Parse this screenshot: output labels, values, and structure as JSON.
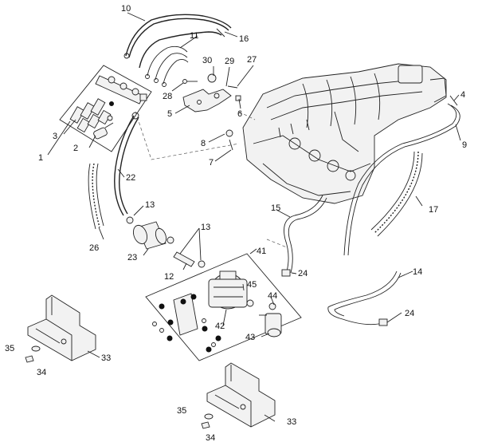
{
  "callouts": {
    "c1": "1",
    "c2": "2",
    "c3": "3",
    "c4": "4",
    "c5": "5",
    "c6": "6",
    "c7": "7",
    "c8": "8",
    "c9": "9",
    "c10": "10",
    "c11": "11",
    "c12": "12",
    "c13a": "13",
    "c13b": "13",
    "c14": "14",
    "c15": "15",
    "c16": "16",
    "c17": "17",
    "c22": "22",
    "c23": "23",
    "c24a": "24",
    "c24b": "24",
    "c26": "26",
    "c27": "27",
    "c28": "28",
    "c29": "29",
    "c30": "30",
    "c33a": "33",
    "c33b": "33",
    "c34a": "34",
    "c34b": "34",
    "c35a": "35",
    "c35b": "35",
    "c41": "41",
    "c42": "42",
    "c43": "43",
    "c44": "44",
    "c45": "45"
  }
}
